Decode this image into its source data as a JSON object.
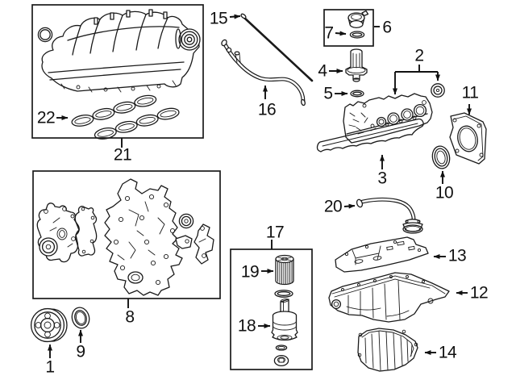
{
  "canvas": {
    "background": "#ffffff",
    "line_color": "#1a1a1a"
  },
  "callouts": [
    {
      "label": "1"
    },
    {
      "label": "2"
    },
    {
      "label": "3"
    },
    {
      "label": "4"
    },
    {
      "label": "5"
    },
    {
      "label": "6"
    },
    {
      "label": "7"
    },
    {
      "label": "8"
    },
    {
      "label": "9"
    },
    {
      "label": "10"
    },
    {
      "label": "11"
    },
    {
      "label": "12"
    },
    {
      "label": "13"
    },
    {
      "label": "14"
    },
    {
      "label": "15"
    },
    {
      "label": "16"
    },
    {
      "label": "17"
    },
    {
      "label": "18"
    },
    {
      "label": "19"
    },
    {
      "label": "20"
    },
    {
      "label": "21"
    },
    {
      "label": "22"
    }
  ]
}
